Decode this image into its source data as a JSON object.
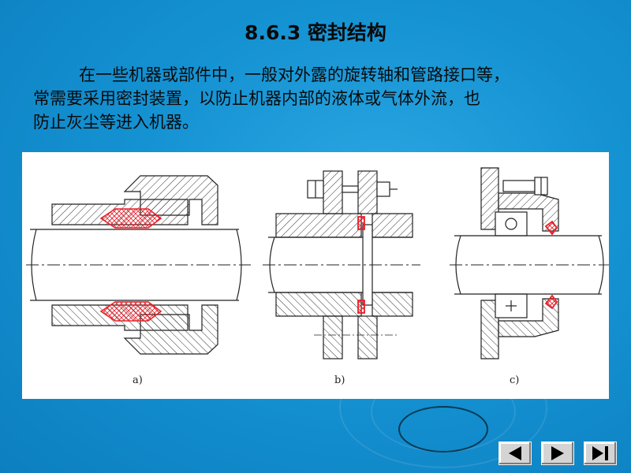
{
  "slide": {
    "title": "8.6.3 密封结构",
    "paragraph": {
      "line1": "在一些机器或部件中，一般对外露的旋转轴和管路接口等，",
      "line2": "常需要采用密封装置，以防止机器内部的液体或气体外流，也",
      "line3": "防止灰尘等进入机器。"
    }
  },
  "figure": {
    "captions": [
      "a)",
      "b)",
      "c)"
    ],
    "seal_color": "#e8202a"
  },
  "navigation": {
    "buttons": [
      {
        "name": "previous",
        "icon": "triangle-left-icon"
      },
      {
        "name": "next",
        "icon": "triangle-right-icon"
      },
      {
        "name": "end",
        "icon": "skip-to-end-icon"
      }
    ]
  }
}
